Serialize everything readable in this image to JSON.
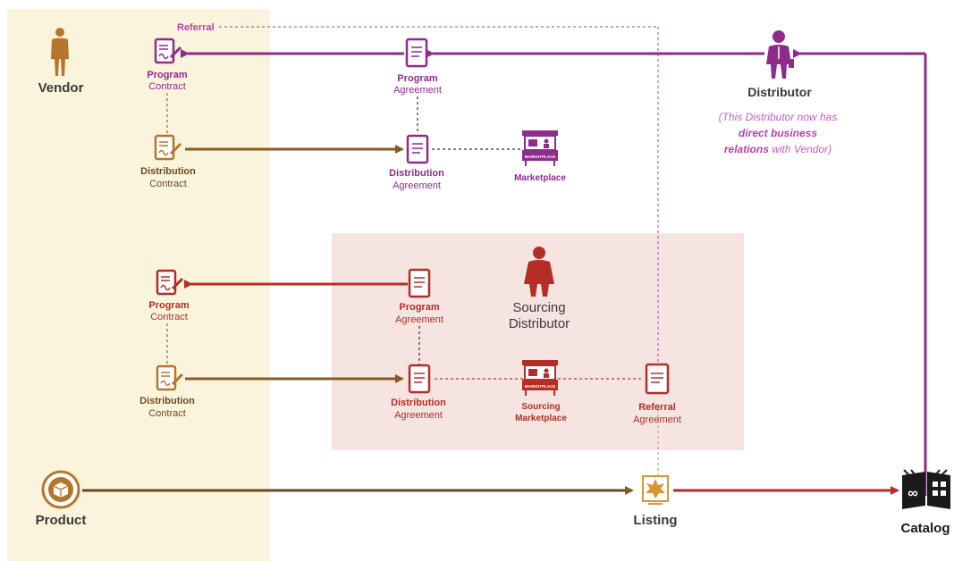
{
  "vendor": {
    "label": "Vendor"
  },
  "product": {
    "label": "Product"
  },
  "listing": {
    "label": "Listing"
  },
  "catalog": {
    "label": "Catalog"
  },
  "referral_line": {
    "label": "Referral"
  },
  "distributor": {
    "label": "Distributor",
    "note_line1": "(This Distributor now has",
    "note_line2": "direct business",
    "note_line3a": "relations",
    "note_line3b": " with Vendor)"
  },
  "sourcing_distributor": {
    "line1": "Sourcing",
    "line2": "Distributor"
  },
  "top_row": {
    "vendor_program": {
      "line1": "Program",
      "line2": "Contract"
    },
    "vendor_distribution": {
      "line1": "Distribution",
      "line2": "Contract"
    },
    "dist_program": {
      "line1": "Program",
      "line2": "Agreement"
    },
    "dist_distribution": {
      "line1": "Distribution",
      "line2": "Agreement"
    },
    "marketplace": {
      "label": "Marketplace",
      "sign": "MARKETPLACE"
    }
  },
  "bottom_row": {
    "vendor_program": {
      "line1": "Program",
      "line2": "Contract"
    },
    "vendor_distribution": {
      "line1": "Distribution",
      "line2": "Contract"
    },
    "sourcing_program": {
      "line1": "Program",
      "line2": "Agreement"
    },
    "sourcing_distribution": {
      "line1": "Distribution",
      "line2": "Agreement"
    },
    "sourcing_marketplace": {
      "line1": "Sourcing",
      "line2": "Marketplace",
      "sign": "MARKETPLACE"
    },
    "referral": {
      "line1": "Referral",
      "line2": "Agreement"
    }
  },
  "colors": {
    "purple": "#8e2c8a",
    "purple_light": "#c55ec0",
    "red": "#c0392b",
    "brown": "#a0622a",
    "gold_panel": "#fbf4dc",
    "pink_panel": "#f6e4e1",
    "dark": "#3a3a3a"
  },
  "icons": {
    "vendor": "person-icon",
    "distributor": "person-tie-icon",
    "sourcing_distributor": "person-icon",
    "documents": "document-icon",
    "contracts": "signed-contract-icon",
    "marketplace": "market-stall-icon",
    "product": "box-icon",
    "listing": "listing-badge-icon",
    "catalog": "open-book-icon"
  }
}
